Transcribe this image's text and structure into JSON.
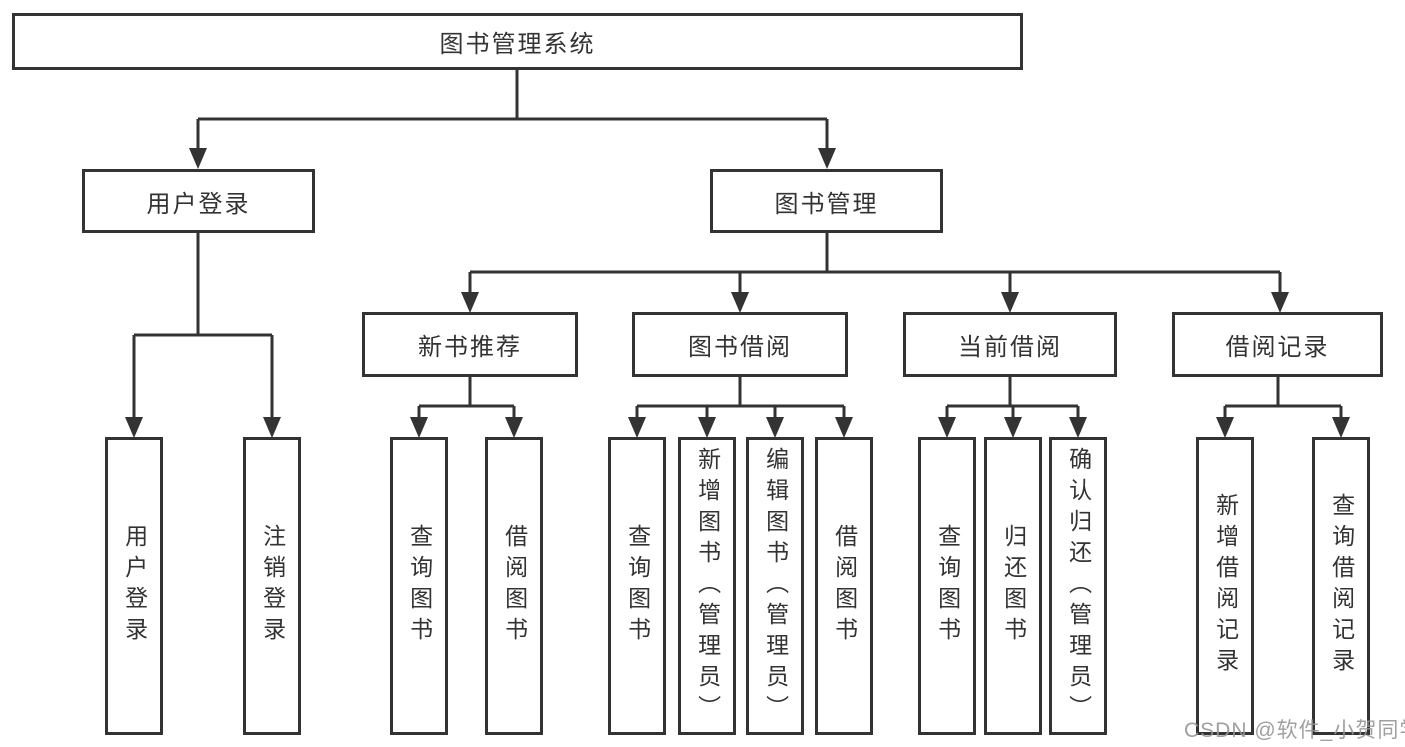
{
  "diagram": {
    "root": {
      "label": "图书管理系统"
    },
    "level2": [
      {
        "label": "用户登录",
        "children": [
          {
            "label": "用户登录"
          },
          {
            "label": "注销登录"
          }
        ]
      },
      {
        "label": "图书管理",
        "children": [
          {
            "label": "新书推荐",
            "children": [
              {
                "label": "查询图书"
              },
              {
                "label": "借阅图书"
              }
            ]
          },
          {
            "label": "图书借阅",
            "children": [
              {
                "label": "查询图书"
              },
              {
                "label": "新增图书（管理员）"
              },
              {
                "label": "编辑图书（管理员）"
              },
              {
                "label": "借阅图书"
              }
            ]
          },
          {
            "label": "当前借阅",
            "children": [
              {
                "label": "查询图书"
              },
              {
                "label": "归还图书"
              },
              {
                "label": "确认归还（管理员）"
              }
            ]
          },
          {
            "label": "借阅记录",
            "children": [
              {
                "label": "新增借阅记录"
              },
              {
                "label": "查询借阅记录"
              }
            ]
          }
        ]
      }
    ]
  },
  "watermark": "CSDN @软件_小贺同学",
  "colors": {
    "line": "#333333",
    "text": "#333333",
    "box_background": "#ffffff",
    "page_background": "#ffffff",
    "watermark": "#969696"
  }
}
